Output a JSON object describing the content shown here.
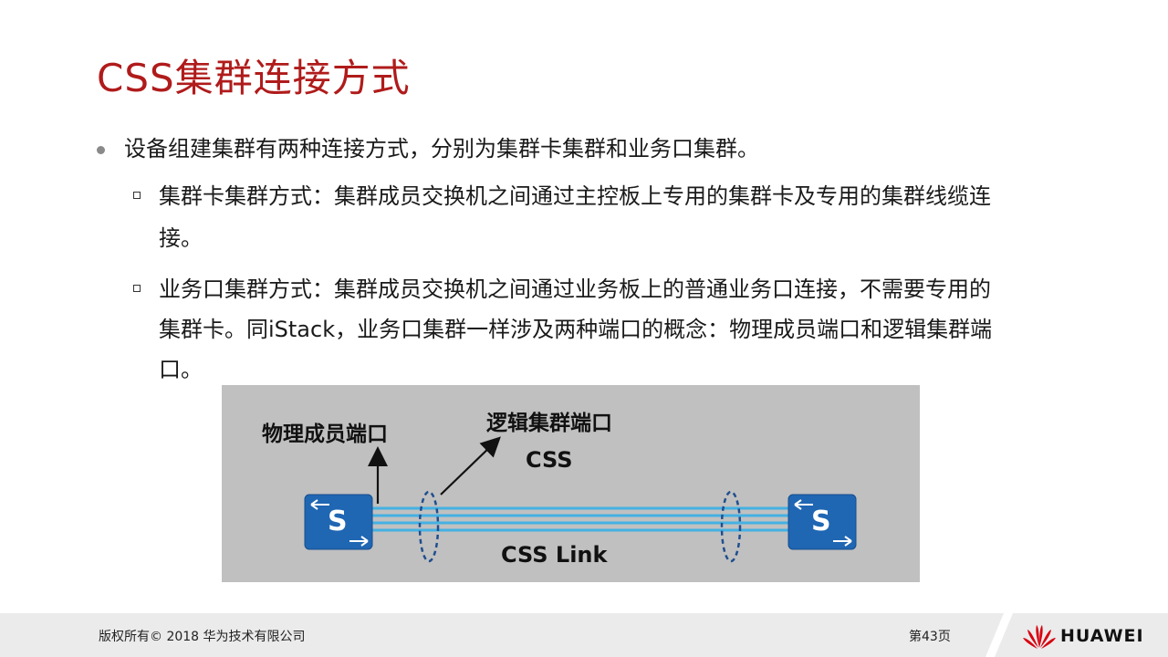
{
  "title": "CSS集群连接方式",
  "bullet": "设备组建集群有两种连接方式，分别为集群卡集群和业务口集群。",
  "sub_bullets": [
    {
      "lines": [
        "集群卡集群方式：集群成员交换机之间通过主控板上专用的集群卡及专用的集群线缆连",
        "接。"
      ]
    },
    {
      "lines": [
        "业务口集群方式：集群成员交换机之间通过业务板上的普通业务口连接，不需要专用的",
        "集群卡。同iStack，业务口集群一样涉及两种端口的概念：物理成员端口和逻辑集群端",
        "口。"
      ]
    }
  ],
  "diagram": {
    "physical_port_label": "物理成员端口",
    "logical_port_label": "逻辑集群端口",
    "css_label": "CSS",
    "link_label": "CSS Link",
    "switch_left_letter": "S",
    "switch_right_letter": "S",
    "colors": {
      "background": "#c0c0c0",
      "switch": "#1f66b3",
      "link": "#44b1e2",
      "ellipse": "#1f4e8f"
    }
  },
  "footer": {
    "copyright": "版权所有© 2018 华为技术有限公司",
    "page": "第43页",
    "brand": "HUAWEI",
    "brand_color": "#d7000f"
  }
}
